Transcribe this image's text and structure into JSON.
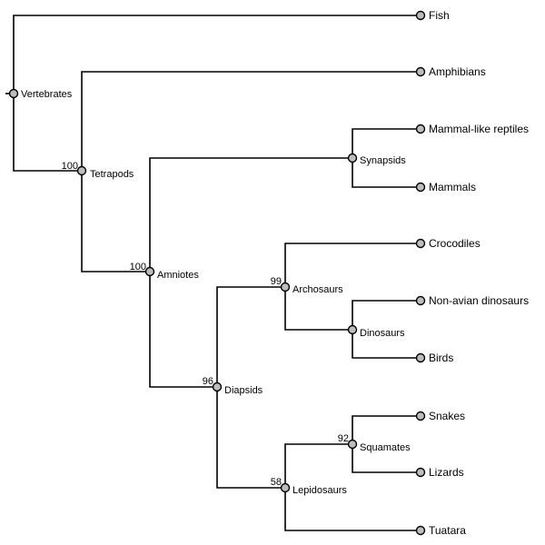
{
  "tree": {
    "root": "Vertebrates",
    "nodes": {
      "vertebrates": {
        "label": "Vertebrates",
        "support": ""
      },
      "tetrapods": {
        "label": "Tetrapods",
        "support": "100"
      },
      "synapsids": {
        "label": "Synapsids",
        "support": ""
      },
      "amniotes": {
        "label": "Amniotes",
        "support": "100"
      },
      "archosaurs": {
        "label": "Archosaurs",
        "support": "99"
      },
      "dinosaurs": {
        "label": "Dinosaurs",
        "support": ""
      },
      "diapsids": {
        "label": "Diapsids",
        "support": "96"
      },
      "squamates": {
        "label": "Squamates",
        "support": "92"
      },
      "lepidosaurs": {
        "label": "Lepidosaurs",
        "support": "58"
      }
    },
    "leaves": {
      "fish": "Fish",
      "amphibians": "Amphibians",
      "mammal_like_reptiles": "Mammal-like reptiles",
      "mammals": "Mammals",
      "crocodiles": "Crocodiles",
      "non_avian_dinosaurs": "Non-avian dinosaurs",
      "birds": "Birds",
      "snakes": "Snakes",
      "lizards": "Lizards",
      "tuatara": "Tuatara"
    }
  }
}
